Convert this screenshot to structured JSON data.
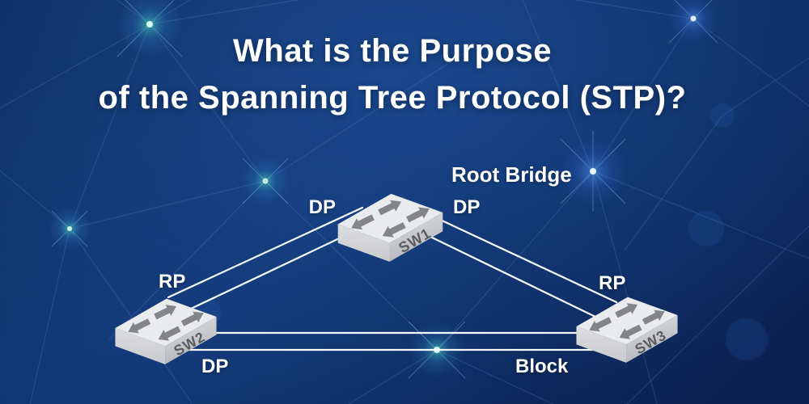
{
  "title": {
    "line1": "What is the Purpose",
    "line2": "of the Spanning Tree Protocol (STP)?"
  },
  "diagram": {
    "root_bridge_label": "Root Bridge",
    "switches": {
      "sw1": {
        "name": "SW1"
      },
      "sw2": {
        "name": "SW2"
      },
      "sw3": {
        "name": "SW3"
      }
    },
    "ports": {
      "sw1_left": "DP",
      "sw1_right": "DP",
      "sw2_top": "RP",
      "sw2_bottom": "DP",
      "sw3_top": "RP",
      "sw3_bottom": "Block"
    },
    "links": [
      {
        "between": [
          "SW2",
          "SW1"
        ]
      },
      {
        "between": [
          "SW1",
          "SW3"
        ]
      },
      {
        "between": [
          "SW2",
          "SW3"
        ]
      }
    ]
  },
  "colors": {
    "background_navy": "#0e3069",
    "link_line": "#f6f9fc",
    "plexus_line": "#7aa0dd",
    "node_glow_teal": "#3fd4ae",
    "node_glow_blue": "#4f92ec",
    "switch_top": "#eaebed",
    "switch_front": "#d7d8db",
    "switch_side": "#c6c8cd",
    "switch_arrow": "#83858a",
    "switch_label_text": "#5b5c60",
    "text": "#ffffff"
  }
}
